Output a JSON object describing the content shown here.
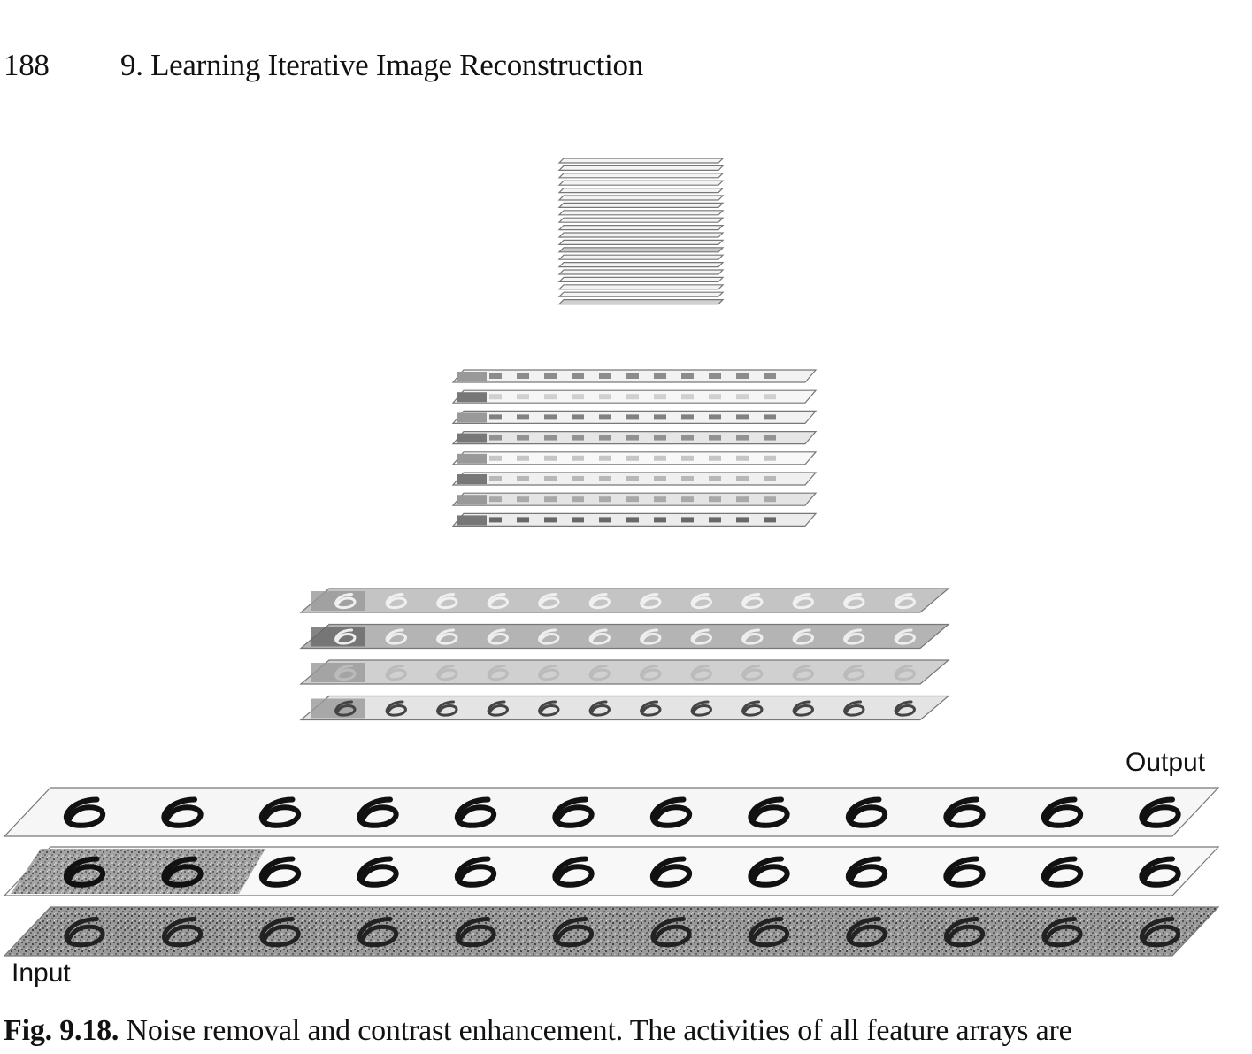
{
  "header": {
    "page_number": "188",
    "chapter_title": "9.  Learning Iterative Image Reconstruction"
  },
  "figure": {
    "output_label": "Output",
    "input_label": "Input",
    "layers": [
      {
        "name": "layer-top",
        "array_count": 20,
        "cells_per_array": 1
      },
      {
        "name": "layer-3",
        "array_count": 8,
        "cells_per_array": 12
      },
      {
        "name": "layer-2",
        "array_count": 4,
        "cells_per_array": 12
      },
      {
        "name": "layer-1",
        "array_count": 3,
        "cells_per_array": 12
      }
    ]
  },
  "caption": {
    "label": "Fig. 9.18.",
    "text": "Noise removal and contrast enhancement. The activities of all feature arrays are"
  }
}
